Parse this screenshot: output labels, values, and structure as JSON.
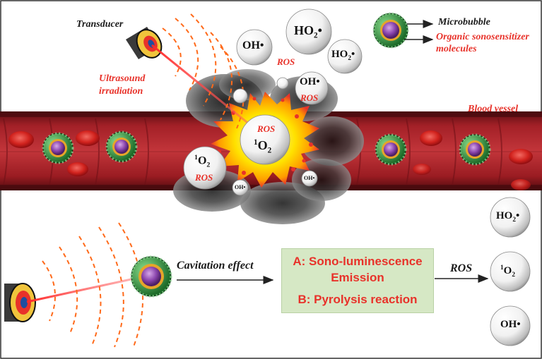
{
  "labels": {
    "transducer": "Transducer",
    "ultrasound_line1": "Ultrasound",
    "ultrasound_line2": "irradiation",
    "microbubble": "Microbubble",
    "sonosensitizer_line1": "Organic sonosensitizer",
    "sonosensitizer_line2": "molecules",
    "blood_vessel": "Blood vessel",
    "cavitation": "Cavitation effect",
    "ros_arrow": "ROS"
  },
  "process_box": {
    "line_a1": "A: Sono-luminescence",
    "line_a2": "Emission",
    "line_b": "B: Pyrolysis reaction"
  },
  "species": {
    "oh": "OH",
    "oh_dot": "•",
    "ho2": "HO",
    "ho2_sub": "2",
    "ho2_dot": "•",
    "o2_sup": "1",
    "o2": "O",
    "o2_sub": "2",
    "ros": "ROS"
  },
  "colors": {
    "accent_red": "#e8322a",
    "vessel": "#9c1c22",
    "box_fill": "#d6e8c5",
    "microbubble_shell": "#2f8a3c",
    "microbubble_core": "#7b3a9a"
  }
}
